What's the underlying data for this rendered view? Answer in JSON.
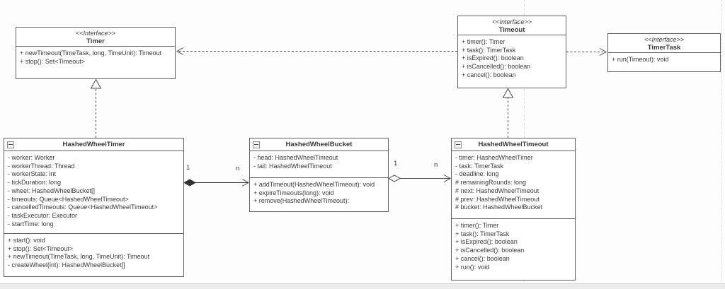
{
  "interfaces": {
    "timer": {
      "stereotype": "<<Interface>>",
      "name": "Timer",
      "methods": [
        "+ newTimeout(TimeTask, long, TimeUnit): Timeout",
        "+ stop(): Set<Timeout>"
      ]
    },
    "timeout": {
      "stereotype": "<<Interface>>",
      "name": "Timeout",
      "methods": [
        "+ timer(): Timer",
        "+ task(): TimerTask",
        "+ isExpired(): boolean",
        "+ isCancelled(): boolean",
        "+ cancel(): boolean"
      ]
    },
    "timertask": {
      "stereotype": "<<Interface>>",
      "name": "TimerTask",
      "methods": [
        "+ run(Timeout): void"
      ]
    }
  },
  "classes": {
    "hashedWheelTimer": {
      "name": "HashedWheelTimer",
      "attributes": [
        "- worker: Worker",
        "- workerThread: Thread",
        "- workerState: int",
        "- tickDuration: long",
        "- wheel: HashedWheelBucket[]",
        "- timeouts: Queue<HashedWheelTimeout>",
        "- cancelledTimeouts: Queue<HashedWheelTimeout>",
        "- taskExecutor: Executor",
        "- startTime: long"
      ],
      "methods": [
        "+ start(): void",
        "+ stop(): Set<Timeout>",
        "+ newTimeout(TimeTask, long, TimeUnit): Timeout",
        "- createWheel(int): HashedWheelBucket[]"
      ]
    },
    "hashedWheelBucket": {
      "name": "HashedWheelBucket",
      "attributes": [
        "- head: HashedWheelTimeout",
        "- tail: HashedWheelTimeout"
      ],
      "methods": [
        "+ addTimeout(HashedWheelTimeout): void",
        "+ expireTimeouts(long): void",
        "+ remove(HashedWheelTimeout):"
      ]
    },
    "hashedWheelTimeout": {
      "name": "HashedWheelTimeout",
      "attributes": [
        "- timer: HashedWheelTimer",
        "- task: TimerTask",
        "- deadline: long",
        "# remainingRounds: long",
        "# next: HashedWheelTimeout",
        "# prev: HashedWheelTimeout",
        "# bucket: HashedWheelBucket"
      ],
      "methods": [
        "+ timer(): Timer",
        "+ task(): TimerTask",
        "+ isExpired(): boolean",
        "+ isCancelled(): boolean",
        "+ cancel(): boolean",
        "+ run(): void"
      ]
    }
  },
  "edges": {
    "timer_bucket": {
      "source_multiplicity": "1",
      "target_multiplicity": "n"
    },
    "bucket_timeout": {
      "source_multiplicity": "1",
      "target_multiplicity": "n"
    }
  },
  "colors": {
    "box_border": "#616161",
    "edge_stroke": "#4a4a4a",
    "text": "#3a3a3a",
    "background": "#fdfdfd",
    "page_guide": "#dcdcdc"
  }
}
